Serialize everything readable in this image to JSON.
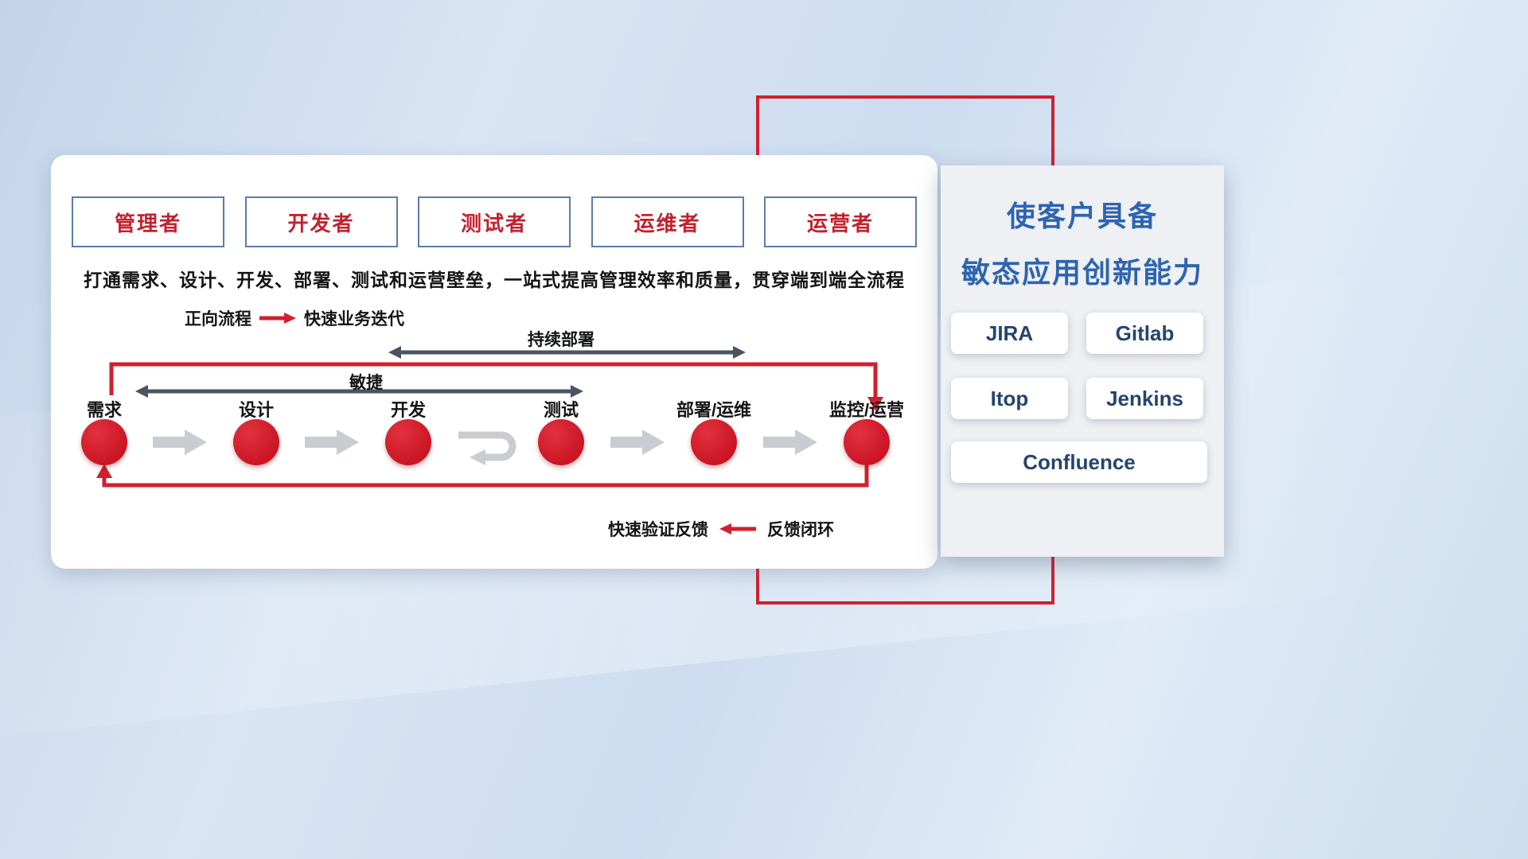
{
  "diagram": {
    "roles": [
      "管理者",
      "开发者",
      "测试者",
      "运维者",
      "运营者"
    ],
    "description": "打通需求、设计、开发、部署、测试和运营壁垒，一站式提高管理效率和质量，贯穿端到端全流程",
    "forward_legend": {
      "label": "正向流程",
      "value": "快速业务迭代"
    },
    "span_arrows": {
      "continuous_deploy": "持续部署",
      "agile": "敏捷"
    },
    "stages": [
      "需求",
      "设计",
      "开发",
      "测试",
      "部署/运维",
      "监控/运营"
    ],
    "feedback_legend": {
      "label": "快速验证反馈",
      "value": "反馈闭环"
    }
  },
  "right_panel": {
    "title_line1": "使客户具备",
    "title_line2": "敏态应用创新能力",
    "tools": [
      "JIRA",
      "Gitlab",
      "Itop",
      "Jenkins",
      "Confluence"
    ]
  },
  "colors": {
    "accent_red": "#d0202e",
    "title_blue": "#2e64b0",
    "role_text_red": "#c2222e",
    "tool_text_navy": "#24456e",
    "dark_arrow": "#4a5562",
    "gray_arrow": "#c9cdd2"
  }
}
